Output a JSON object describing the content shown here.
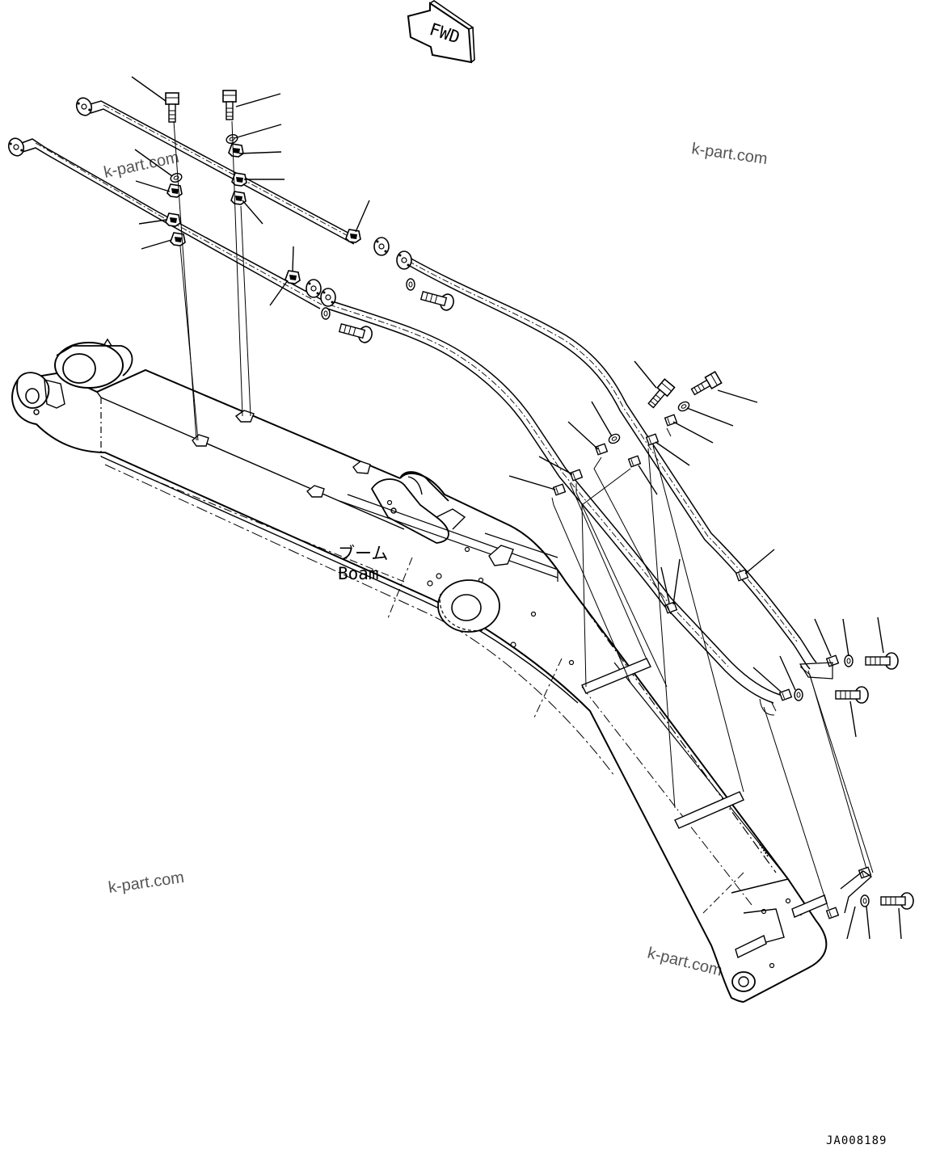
{
  "direction_arrow": {
    "label": "FWD"
  },
  "part_label": {
    "japanese": "ブーム",
    "english": "Boam"
  },
  "drawing_code": "JA008189",
  "watermarks": [
    "k-part.com",
    "k-part.com",
    "k-part.com",
    "k-part.com"
  ],
  "colors": {
    "line": "#000000",
    "watermark": "#555555",
    "background": "#ffffff"
  },
  "icons": [
    "fwd-arrow-icon",
    "bolt-icon",
    "washer-icon",
    "clamp-icon",
    "flange-icon"
  ]
}
